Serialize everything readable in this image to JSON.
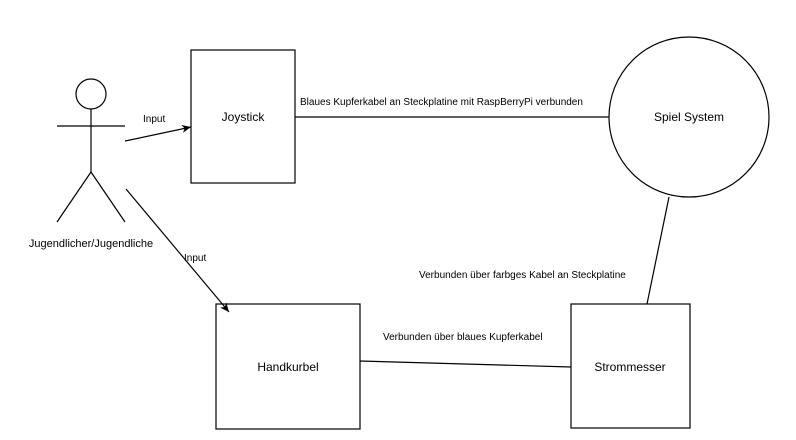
{
  "diagram": {
    "actor": {
      "label": "Jugendlicher/Jugendliche"
    },
    "nodes": {
      "joystick": {
        "label": "Joystick"
      },
      "spiel_system": {
        "label": "Spiel System"
      },
      "handkurbel": {
        "label": "Handkurbel"
      },
      "strommesser": {
        "label": "Strommesser"
      }
    },
    "edges": {
      "actor_to_joystick": {
        "label": "Input"
      },
      "actor_to_handkurbel": {
        "label": "Input"
      },
      "joystick_to_spiel": {
        "label": "Blaues Kupferkabel an Steckplatine mit RaspBerryPi verbunden"
      },
      "spiel_to_strommesser": {
        "label": "Verbunden über farbges Kabel an Steckplatine"
      },
      "handkurbel_to_strommesser": {
        "label": "Verbunden über blaues Kupferkabel"
      }
    },
    "colors": {
      "stroke": "#000000",
      "background": "#ffffff"
    }
  }
}
